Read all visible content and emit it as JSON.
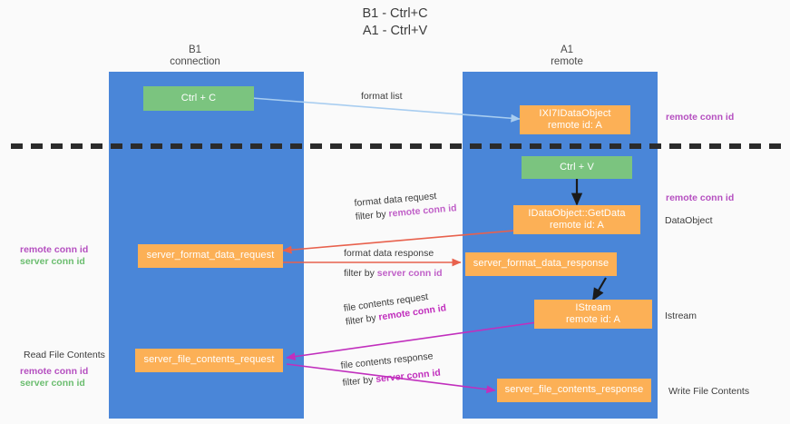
{
  "diagram": {
    "title_line1": "B1 - Ctrl+C",
    "title_line2": "A1 - Ctrl+V",
    "colors": {
      "lane": "#4a86d8",
      "green_node": "#7bc47f",
      "orange_node": "#fcb056",
      "purple_text": "#b54fc0",
      "green_text": "#6bbd6f",
      "arrow_blue": "#a8cdf0",
      "arrow_red": "#e8614d",
      "arrow_magenta": "#c12fbd",
      "arrow_black": "#1a1a1a",
      "divider": "#2b2b2b",
      "background": "#fafafa"
    },
    "columns": [
      {
        "id": "b1",
        "title": "B1",
        "subtitle": "connection"
      },
      {
        "id": "a1",
        "title": "A1",
        "subtitle": "remote"
      }
    ],
    "nodes": [
      {
        "id": "ctrl-c",
        "label": "Ctrl + C",
        "sub": "",
        "kind": "green"
      },
      {
        "id": "idataobject",
        "label": "IXI7IDataObject",
        "sub": "remote id: A",
        "kind": "orange"
      },
      {
        "id": "ctrl-v",
        "label": "Ctrl + V",
        "sub": "",
        "kind": "green"
      },
      {
        "id": "idataobject-getdata",
        "label": "IDataObject::GetData",
        "sub": "remote id: A",
        "kind": "orange"
      },
      {
        "id": "server-format-data-request",
        "label": "server_format_data_request",
        "sub": "",
        "kind": "orange"
      },
      {
        "id": "server-format-data-response",
        "label": "server_format_data_response",
        "sub": "",
        "kind": "orange"
      },
      {
        "id": "istream",
        "label": "IStream",
        "sub": "remote id: A",
        "kind": "orange"
      },
      {
        "id": "server-file-contents-request",
        "label": "server_file_contents_request",
        "sub": "",
        "kind": "orange"
      },
      {
        "id": "server-file-contents-response",
        "label": "server_file_contents_response",
        "sub": "",
        "kind": "orange"
      }
    ],
    "edge_labels": [
      {
        "id": "format-list",
        "line1": "format list",
        "line2_prefix": "",
        "line2_highlight": ""
      },
      {
        "id": "format-data-request",
        "line1": "format data request",
        "line2_prefix": "filter by ",
        "line2_highlight": "remote conn id"
      },
      {
        "id": "format-data-response",
        "line1": "format data response",
        "line2_prefix": "filter by ",
        "line2_highlight": "server conn id"
      },
      {
        "id": "file-contents-request",
        "line1": "file contents request",
        "line2_prefix": "filter by ",
        "line2_highlight": "remote conn id"
      },
      {
        "id": "file-contents-response",
        "line1": "file contents response",
        "line2_prefix": "filter by ",
        "line2_highlight": "server conn id"
      }
    ],
    "right_notes": [
      {
        "id": "right-remote-conn-id-1",
        "text": "remote conn id",
        "style": "purple"
      },
      {
        "id": "right-remote-conn-id-2",
        "text": "remote conn id",
        "style": "purple"
      },
      {
        "id": "right-dataobject",
        "text": "DataObject",
        "style": "plain"
      },
      {
        "id": "right-istream",
        "text": "Istream",
        "style": "plain"
      },
      {
        "id": "right-write-file",
        "text": "Write File Contents",
        "style": "plain"
      }
    ],
    "left_notes": [
      {
        "id": "left-remote-conn-id-1",
        "text": "remote conn id",
        "style": "purple"
      },
      {
        "id": "left-server-conn-id-1",
        "text": "server conn id",
        "style": "green"
      },
      {
        "id": "left-read-file",
        "text": "Read File Contents",
        "style": "plain"
      },
      {
        "id": "left-remote-conn-id-2",
        "text": "remote conn id",
        "style": "purple"
      },
      {
        "id": "left-server-conn-id-2",
        "text": "server conn id",
        "style": "green"
      }
    ]
  }
}
